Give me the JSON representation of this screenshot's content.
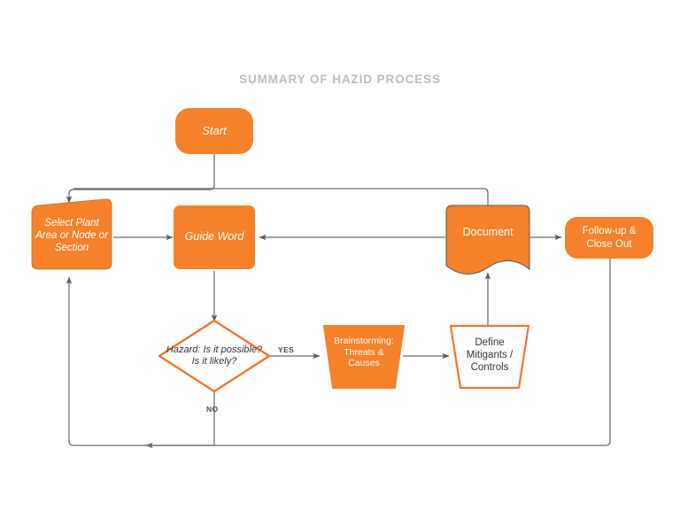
{
  "title": "SUMMARY OF HAZID PROCESS",
  "colors": {
    "fill_orange": "#f5812a",
    "outline_orange": "#f2762a",
    "connector_gray": "#6b6b6b",
    "title_gray": "#b9bdc4",
    "text_dark": "#333333",
    "text_light": "#ffffff"
  },
  "nodes": {
    "start": {
      "label": "Start",
      "shape": "rounded-terminator",
      "style": "filled"
    },
    "select_plant": {
      "label": "Select Plant Area or Node or Section",
      "shape": "card-skew",
      "style": "filled"
    },
    "guide_word": {
      "label": "Guide Word",
      "shape": "rounded-rect",
      "style": "filled"
    },
    "document": {
      "label": "Document",
      "shape": "document-wave",
      "style": "filled"
    },
    "follow_up": {
      "label": "Follow-up & Close Out",
      "shape": "rounded-terminator",
      "style": "filled"
    },
    "hazard": {
      "label": "Hazard: Is it possible? Is it likely?",
      "shape": "diamond",
      "style": "outlined"
    },
    "brainstorming": {
      "label": "Brainstorming: Threats & Causes",
      "shape": "trapezoid",
      "style": "filled"
    },
    "mitigants": {
      "label": "Define Mitigants / Controls",
      "shape": "trapezoid",
      "style": "outlined"
    }
  },
  "edge_labels": {
    "yes": "YES",
    "no": "NO"
  },
  "edges": [
    {
      "from": "start",
      "to": "select_plant",
      "label": ""
    },
    {
      "from": "select_plant",
      "to": "guide_word",
      "label": ""
    },
    {
      "from": "guide_word",
      "to": "hazard",
      "label": ""
    },
    {
      "from": "hazard",
      "to": "brainstorming",
      "label": "YES"
    },
    {
      "from": "hazard",
      "to": "select_plant",
      "label": "NO"
    },
    {
      "from": "brainstorming",
      "to": "mitigants",
      "label": ""
    },
    {
      "from": "mitigants",
      "to": "document",
      "label": ""
    },
    {
      "from": "document",
      "to": "guide_word",
      "label": ""
    },
    {
      "from": "document",
      "to": "select_plant",
      "label": ""
    },
    {
      "from": "document",
      "to": "follow_up",
      "label": ""
    },
    {
      "from": "follow_up",
      "to": "select_plant",
      "label": ""
    }
  ]
}
